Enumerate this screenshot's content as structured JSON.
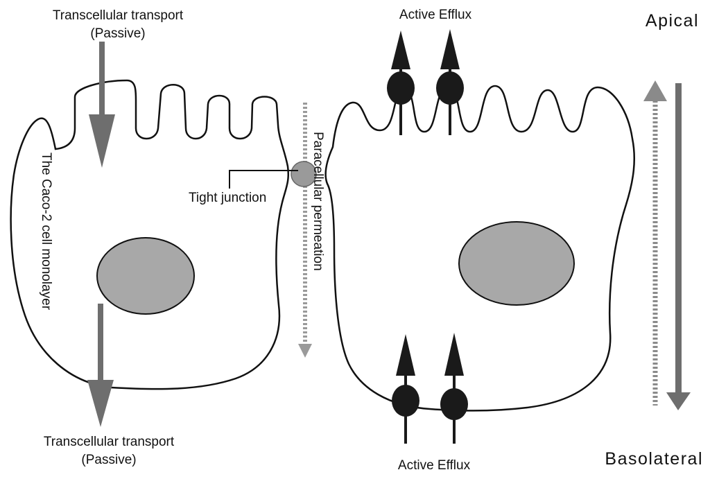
{
  "labels": {
    "transcellular_top_line1": "Transcellular  transport",
    "transcellular_top_line2": "(Passive)",
    "transcellular_bottom_line1": "Transcellular  transport",
    "transcellular_bottom_line2": "(Passive)",
    "active_efflux_top": "Active Efflux",
    "active_efflux_bottom": "Active Efflux",
    "apical": "Apical",
    "basolateral": "Basolateral",
    "monolayer": "The Caco-2 cell monolayer",
    "paracellular": "Paracellular  permeation",
    "tight_junction": "Tight junction"
  },
  "colors": {
    "outline": "#111111",
    "nucleus": "#a8a8a8",
    "passive_arrow": "#6e6e6e",
    "paracellular_arrow": "#9a9a9a",
    "tight_junction": "#9a9a9a",
    "transporter": "#1a1a1a"
  }
}
